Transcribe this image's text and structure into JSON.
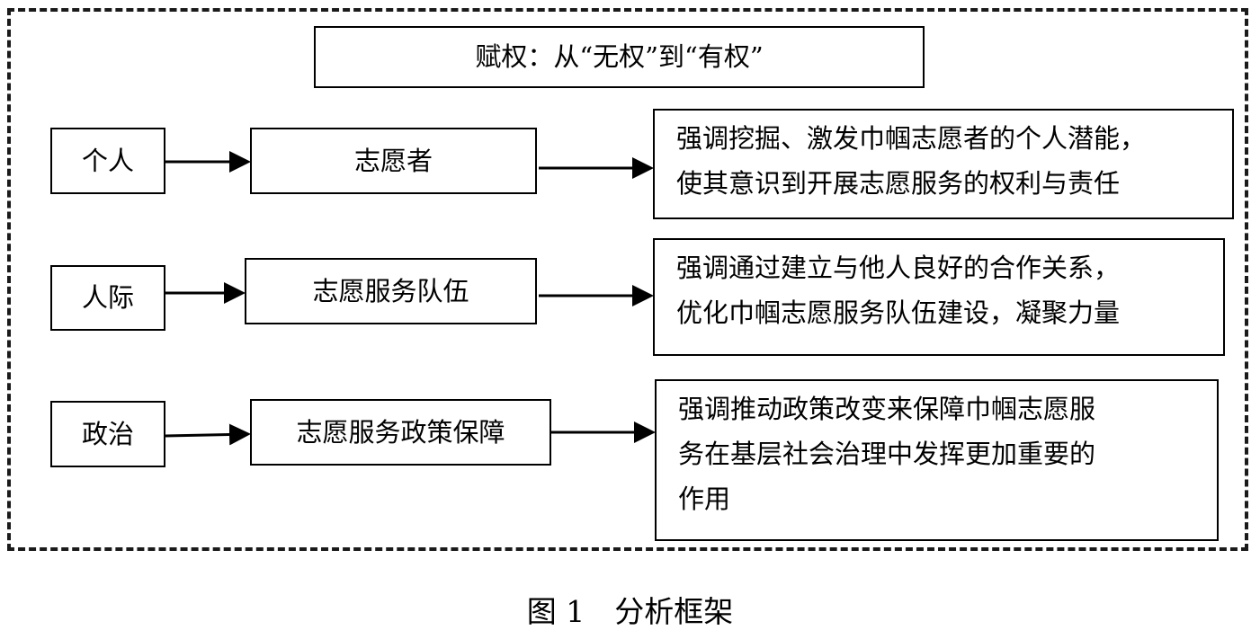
{
  "title": "赋权：从“无权”到“有权”",
  "rows": [
    {
      "level": "个人",
      "subject": "志愿者",
      "description": [
        "强调挖掘、激发巾帼志愿者的个人潜能，",
        "使其意识到开展志愿服务的权利与责任"
      ]
    },
    {
      "level": "人际",
      "subject": "志愿服务队伍",
      "description": [
        "强调通过建立与他人良好的合作关系，",
        "优化巾帼志愿服务队伍建设，凝聚力量"
      ]
    },
    {
      "level": "政治",
      "subject": "志愿服务政策保障",
      "description": [
        "强调推动政策改变来保障巾帼志愿服",
        "务在基层社会治理中发挥更加重要的",
        "作用"
      ]
    }
  ],
  "caption": "图 1　分析框架"
}
